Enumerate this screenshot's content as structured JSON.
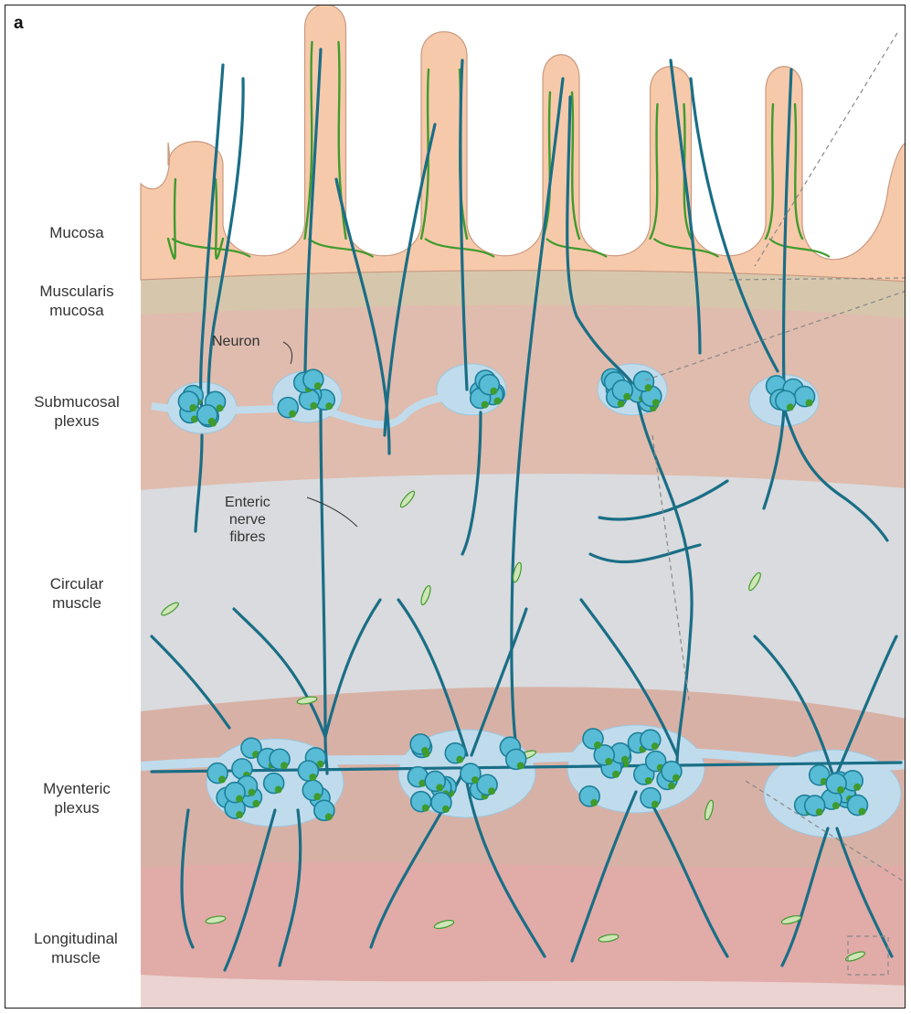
{
  "figure": {
    "panel_letter": "a",
    "layers": [
      {
        "id": "mucosa",
        "lines": [
          "Mucosa"
        ]
      },
      {
        "id": "muscularis-mucosa",
        "lines": [
          "Muscularis",
          "mucosa"
        ]
      },
      {
        "id": "submucosal-plexus",
        "lines": [
          "Submucosal",
          "plexus"
        ]
      },
      {
        "id": "circular-muscle",
        "lines": [
          "Circular",
          "muscle"
        ]
      },
      {
        "id": "myenteric-plexus",
        "lines": [
          "Myenteric",
          "plexus"
        ]
      },
      {
        "id": "longitudinal-muscle",
        "lines": [
          "Longitudinal",
          "muscle"
        ]
      }
    ],
    "callouts": {
      "neuron": [
        "Neuron"
      ],
      "fibres": [
        "Enteric",
        "nerve",
        "fibres"
      ]
    }
  },
  "colors": {
    "mucosa": "#f7c9ab",
    "muscularis": "#d6c7ac",
    "submucosa": "#dfbcae",
    "circular": "#d9dbde",
    "myenteric": "#d8b1a6",
    "longitudinal": "#e1aba8",
    "nerve": "#1a6e86",
    "glia": "#3f9b2d",
    "neuron_fill": "#58bcd6",
    "plexus_fill": "#c0dcec"
  }
}
